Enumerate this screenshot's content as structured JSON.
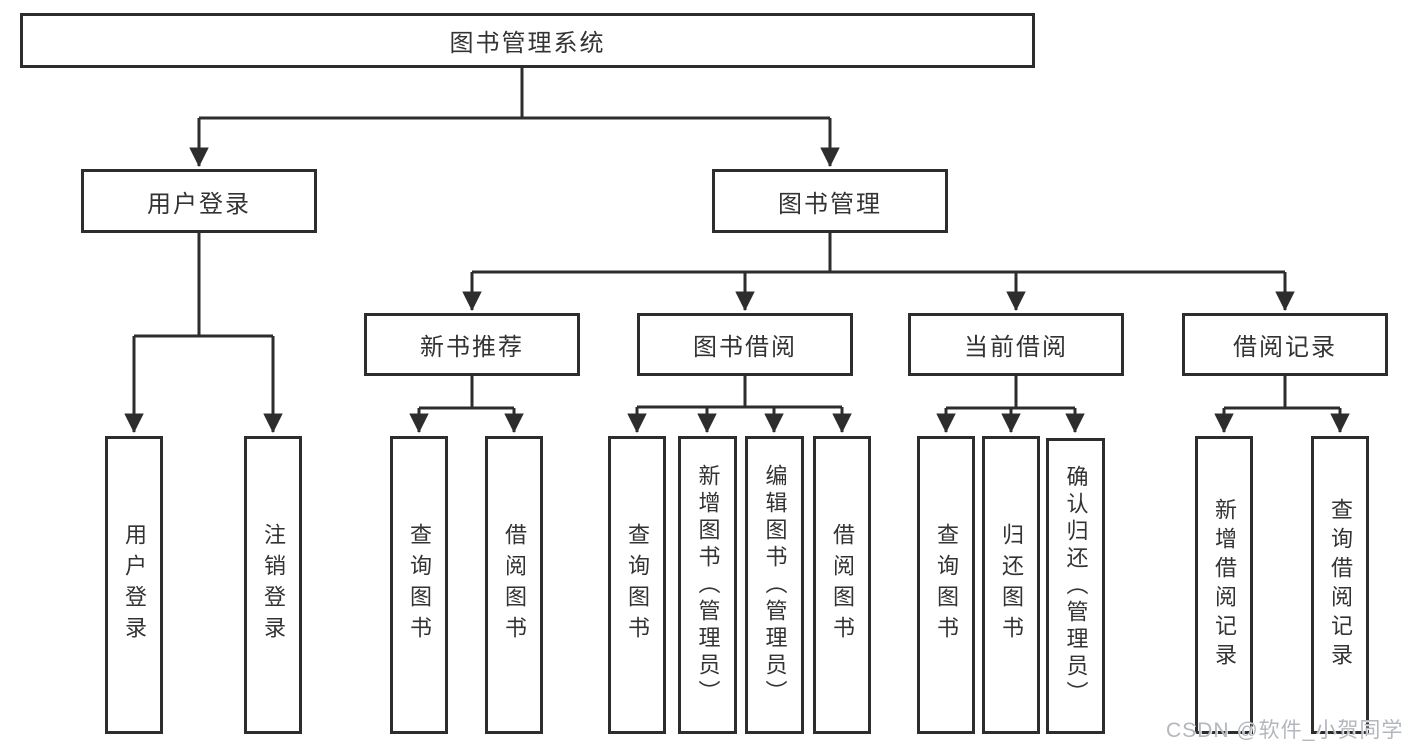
{
  "diagram": {
    "root": {
      "label": "图书管理系统"
    },
    "level2": [
      {
        "id": "user-login",
        "label": "用户登录"
      },
      {
        "id": "book-management",
        "label": "图书管理"
      }
    ],
    "level3": [
      {
        "id": "new-book-recommend",
        "label": "新书推荐"
      },
      {
        "id": "book-borrow",
        "label": "图书借阅"
      },
      {
        "id": "current-borrow",
        "label": "当前借阅"
      },
      {
        "id": "borrow-records",
        "label": "借阅记录"
      }
    ],
    "leaves": [
      {
        "id": "user-login-leaf",
        "label": "用户登录"
      },
      {
        "id": "logout-leaf",
        "label": "注销登录"
      },
      {
        "id": "query-books-recommend",
        "label": "查询图书"
      },
      {
        "id": "borrow-books-recommend",
        "label": "借阅图书"
      },
      {
        "id": "query-books-borrow",
        "label": "查询图书"
      },
      {
        "id": "add-book-admin",
        "label": "新增图书（管理员）"
      },
      {
        "id": "edit-book-admin",
        "label": "编辑图书（管理员）"
      },
      {
        "id": "borrow-books-borrow",
        "label": "借阅图书"
      },
      {
        "id": "query-books-current",
        "label": "查询图书"
      },
      {
        "id": "return-book",
        "label": "归还图书"
      },
      {
        "id": "confirm-return-admin",
        "label": "确认归还（管理员）"
      },
      {
        "id": "add-borrow-record",
        "label": "新增借阅记录"
      },
      {
        "id": "query-borrow-record",
        "label": "查询借阅记录"
      }
    ]
  },
  "colors": {
    "line": "#2d2d2d",
    "text": "#333333",
    "watermark": "#b3b7bd",
    "background": "#ffffff"
  },
  "watermark": "CSDN @软件_小贺同学"
}
